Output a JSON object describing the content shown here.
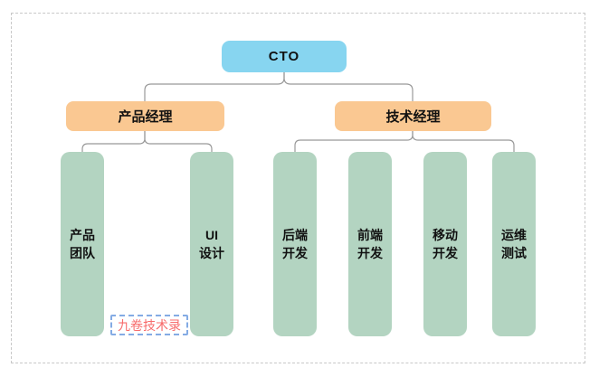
{
  "page": {
    "background": "#ffffff",
    "frame_border_color": "#c8c8c8"
  },
  "org_chart": {
    "type": "org-chart",
    "connector_color": "#999999",
    "root": {
      "label": "CTO",
      "fill": "#87d5f0"
    },
    "managers": [
      {
        "label": "产品经理",
        "fill": "#fac892",
        "reports_to": "CTO"
      },
      {
        "label": "技术经理",
        "fill": "#fac892",
        "reports_to": "CTO"
      }
    ],
    "teams": [
      {
        "label": "产品\n团队",
        "fill": "#b3d4c1",
        "reports_to": "产品经理"
      },
      {
        "label": "UI\n设计",
        "fill": "#b3d4c1",
        "reports_to": "产品经理"
      },
      {
        "label": "后端\n开发",
        "fill": "#b3d4c1",
        "reports_to": "技术经理"
      },
      {
        "label": "前端\n开发",
        "fill": "#b3d4c1",
        "reports_to": "技术经理"
      },
      {
        "label": "移动\n开发",
        "fill": "#b3d4c1",
        "reports_to": "技术经理"
      },
      {
        "label": "运维\n测试",
        "fill": "#b3d4c1",
        "reports_to": "技术经理"
      }
    ]
  },
  "watermark": {
    "text": "九卷技术录",
    "text_color": "#f76b6b",
    "border_color": "#84abe4"
  }
}
